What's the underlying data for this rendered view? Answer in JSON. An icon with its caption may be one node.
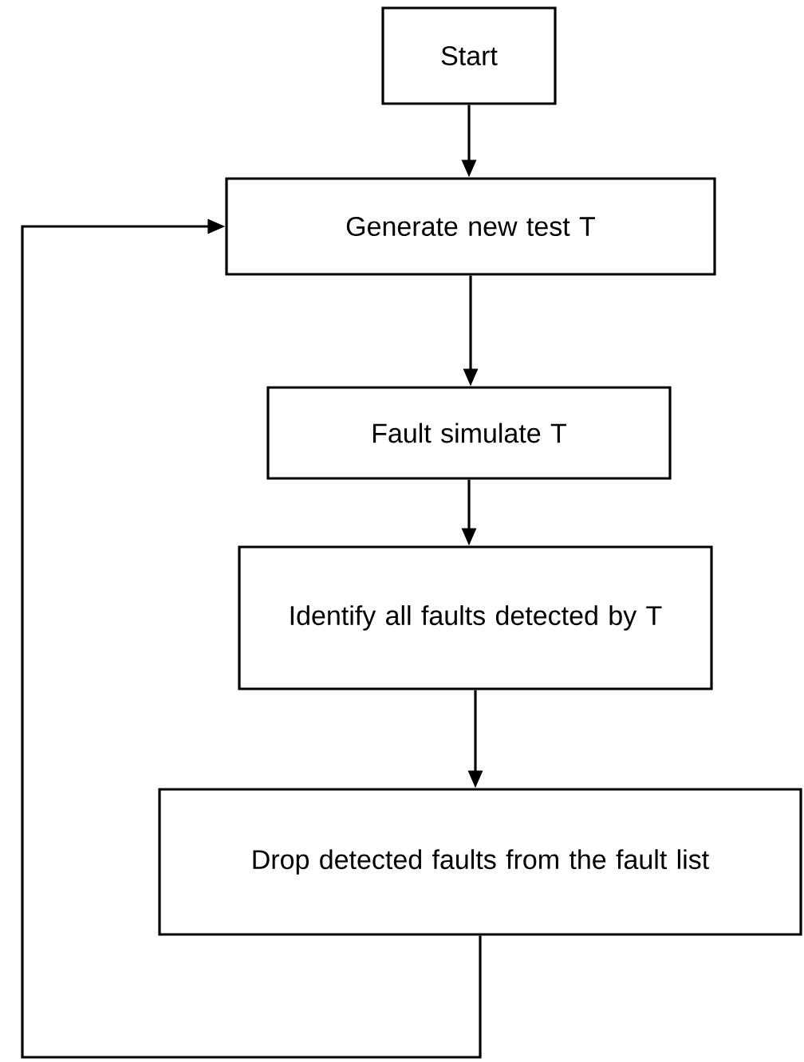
{
  "diagram": {
    "nodes": [
      {
        "text": [
          "Start"
        ]
      },
      {
        "text": [
          "Generate new test T"
        ]
      },
      {
        "text": [
          "Fault simulate T"
        ]
      },
      {
        "text": [
          "Identify all faults detected by T"
        ]
      },
      {
        "text": [
          "Drop detected faults from the fault list"
        ]
      }
    ],
    "edges": [
      {
        "from": 0,
        "to": 1,
        "arrow": "to"
      },
      {
        "from": 1,
        "to": 2,
        "arrow": "to"
      },
      {
        "from": 2,
        "to": 3,
        "arrow": "to"
      },
      {
        "from": 3,
        "to": 4,
        "arrow": "to"
      },
      {
        "from": 4,
        "to": 1,
        "arrow": "to"
      }
    ]
  }
}
